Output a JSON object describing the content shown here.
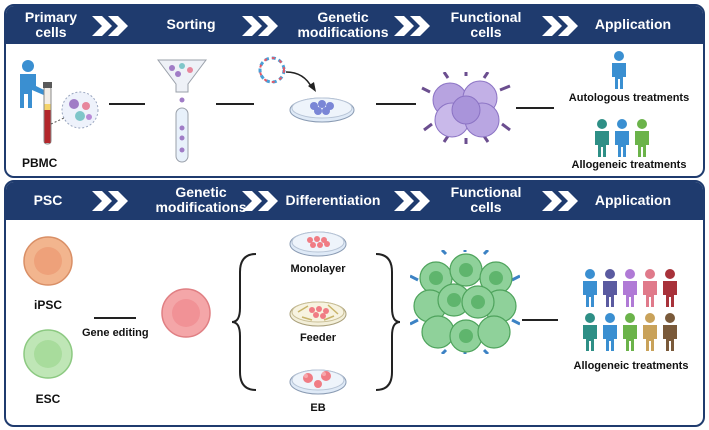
{
  "top": {
    "headers": {
      "primary_line1": "Primary",
      "primary_line2": "cells",
      "sorting": "Sorting",
      "genetic_line1": "Genetic",
      "genetic_line2": "modifications",
      "functional_line1": "Functional",
      "functional_line2": "cells",
      "application": "Application"
    },
    "labels": {
      "pbmc": "PBMC",
      "autologous": "Autologous treatments",
      "allogeneic": "Allogeneic treatments"
    }
  },
  "bottom": {
    "headers": {
      "psc": "PSC",
      "genetic_line1": "Genetic",
      "genetic_line2": "modifications",
      "differentiation": "Differentiation",
      "functional_line1": "Functional",
      "functional_line2": "cells",
      "application": "Application"
    },
    "labels": {
      "ipsc": "iPSC",
      "esc": "ESC",
      "gene_editing": "Gene editing",
      "monolayer": "Monolayer",
      "feeder": "Feeder",
      "eb": "EB",
      "allogeneic": "Allogeneic treatments"
    }
  },
  "colors": {
    "banner": "#1f3b6e",
    "person_blue": "#3a8fd1",
    "ipsc": "#f2b58e",
    "esc": "#bfe6b6",
    "edited_cell": "#f4a6a8"
  }
}
